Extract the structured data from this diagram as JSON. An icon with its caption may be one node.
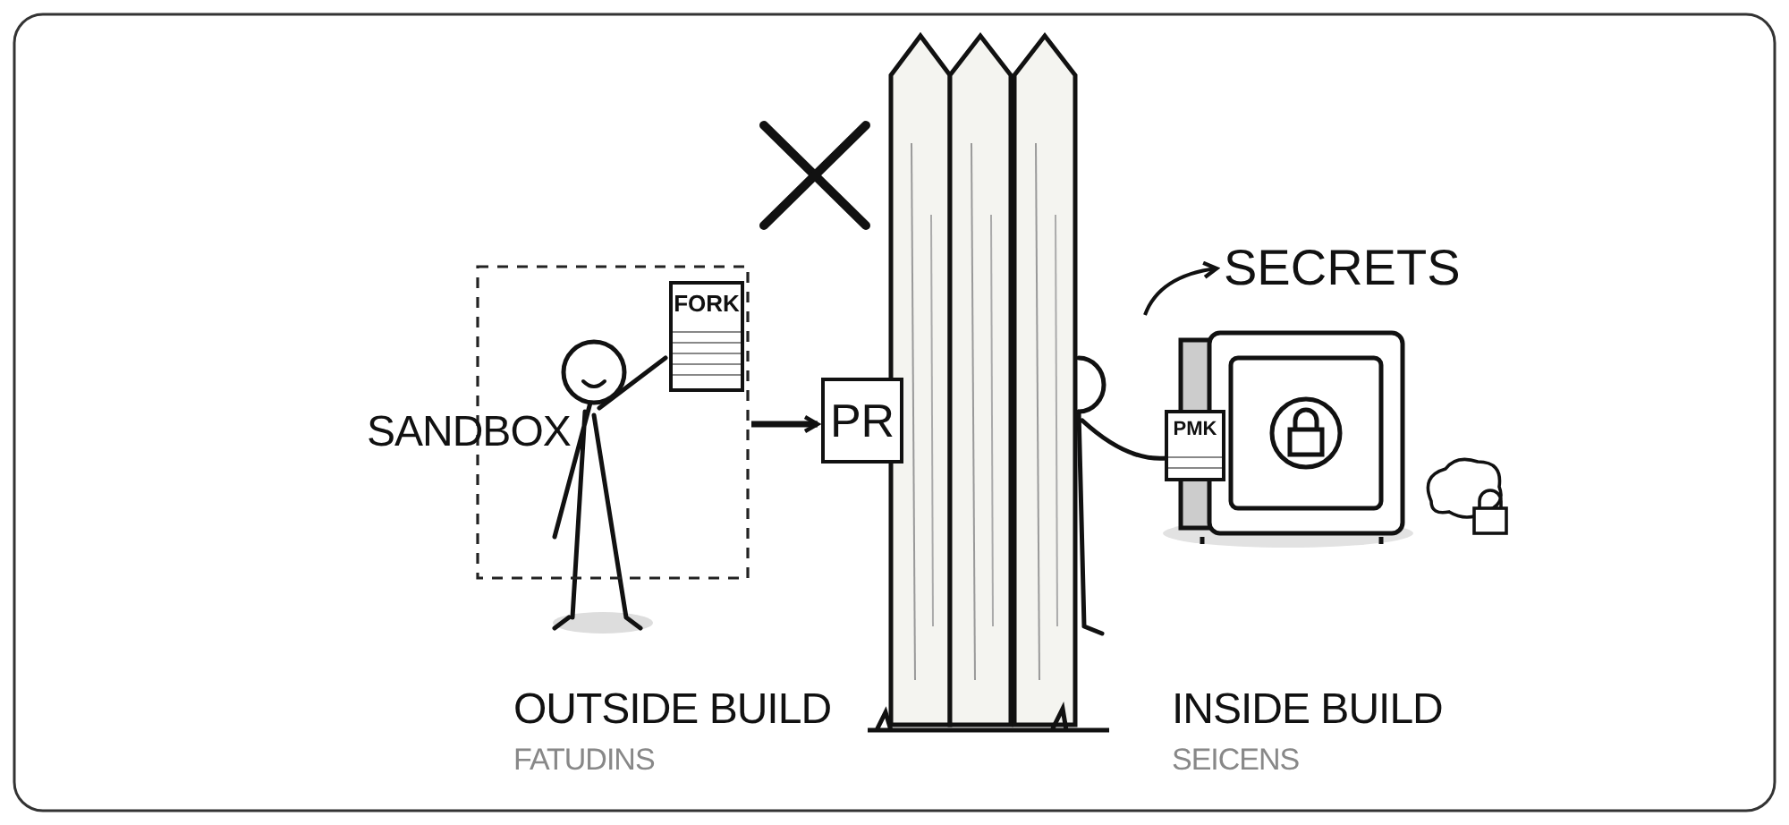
{
  "diagram": {
    "nodes": [
      {
        "text": [
          "SANDBOX"
        ]
      },
      {
        "text": [
          "FORK"
        ],
        "in": 0
      },
      {
        "text": [
          "PR"
        ]
      },
      {
        "text": [
          "SECRETS"
        ]
      },
      {
        "text": [
          "PMK"
        ]
      }
    ],
    "edges": [
      {
        "from": 0,
        "to": 2,
        "arrow": "to"
      },
      {
        "from": null,
        "to": 3,
        "arrow": "to"
      }
    ],
    "labels": [
      "OUTSIDE BUILD",
      "FATUDINS",
      "INSIDE BUILD",
      "SEICENS"
    ]
  }
}
